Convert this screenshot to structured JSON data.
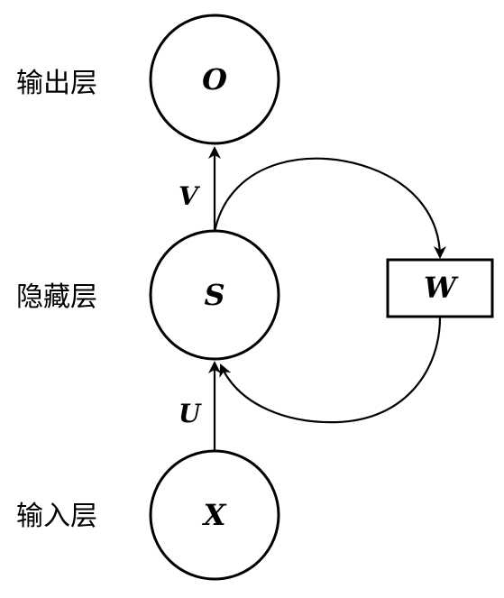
{
  "layers": {
    "output": "输出层",
    "hidden": "隐藏层",
    "input": "输入层"
  },
  "nodes": {
    "output": "O",
    "hidden": "S",
    "input": "X",
    "recurrent_weight": "W"
  },
  "edges": {
    "input_to_hidden": "U",
    "hidden_to_output": "V"
  },
  "colors": {
    "stroke": "#000000",
    "fill": "#ffffff"
  }
}
